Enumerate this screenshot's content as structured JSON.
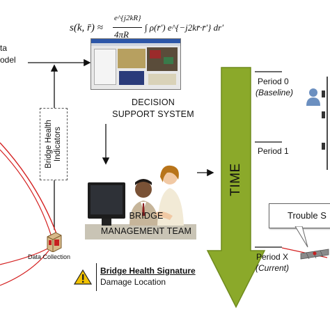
{
  "formula": {
    "lhs": "s(k, r̄) ≈",
    "frac_num": "e^{j2kR}",
    "frac_den": "4πR",
    "rest": "∫ ρ(r̄′) e^{−j2kr̄·r̄′} dr′"
  },
  "left_partial": {
    "line1": "ta",
    "line2": "odel"
  },
  "decision_support": {
    "line1": "DECISION",
    "line2": "SUPPORT SYSTEM"
  },
  "vertical_box_label": {
    "line1": "Bridge Health",
    "line2": "Indicators"
  },
  "bridge_team": {
    "line1": "BRIDGE",
    "line2": "MANAGEMENT TEAM"
  },
  "data_collection": "Data Collection",
  "signature": {
    "title": "Bridge Health Signature",
    "subtitle": "Damage Location"
  },
  "time_label": "TIME",
  "periods": [
    {
      "label": "Period 0",
      "sub": "(Baseline)"
    },
    {
      "label": "Period 1",
      "sub": ""
    },
    {
      "label": "Period X",
      "sub": "(Current)"
    }
  ],
  "callout": "Trouble S",
  "colors": {
    "time_arrow": "#8ba92a",
    "time_arrow_dark": "#6f8a1d",
    "red_arc": "#d42020",
    "person_icon": "#6b8fc0",
    "warning": "#f2c200"
  }
}
